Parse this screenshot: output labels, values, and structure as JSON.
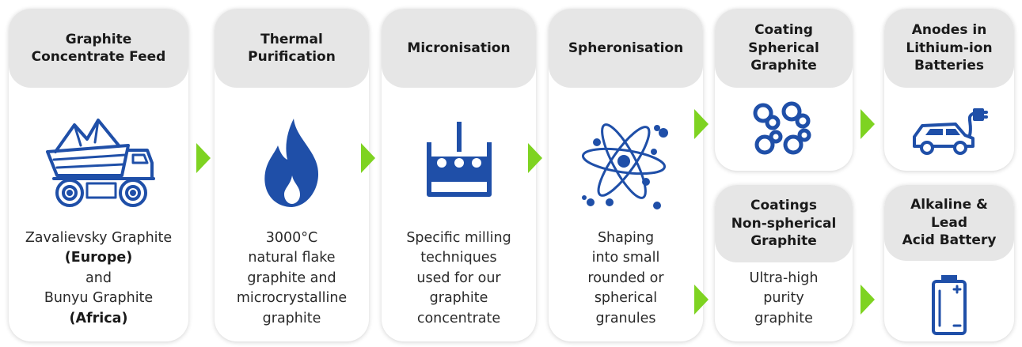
{
  "colors": {
    "icon_blue": "#1f4fa8",
    "arrow_green": "#7ed321",
    "header_grey": "#e6e6e6"
  },
  "steps": [
    {
      "title_lines": [
        "Graphite",
        "Concentrate Feed"
      ],
      "icon": "mining-dump-truck-icon",
      "desc": {
        "l1": "Zavalievsky Graphite",
        "l2": "(Europe)",
        "l3": "and",
        "l4": "Bunyu Graphite",
        "l5": "(Africa)"
      }
    },
    {
      "title_lines": [
        "Thermal",
        "Purification"
      ],
      "icon": "flame-icon",
      "desc_lines": [
        "3000°C",
        "natural flake",
        "graphite and",
        "microcrystalline",
        "graphite"
      ]
    },
    {
      "title_lines": [
        "Micronisation"
      ],
      "icon": "milling-tank-icon",
      "desc_lines": [
        "Specific milling",
        "techniques",
        "used for our",
        "graphite",
        "concentrate"
      ]
    },
    {
      "title_lines": [
        "Spheronisation"
      ],
      "icon": "atom-particles-icon",
      "desc_lines": [
        "Shaping",
        "into small",
        "rounded or",
        "spherical",
        "granules"
      ]
    }
  ],
  "coating_spherical": {
    "title_lines": [
      "Coating",
      "Spherical",
      "Graphite"
    ],
    "icon": "spheres-cluster-icon"
  },
  "coating_nonspherical": {
    "title_lines": [
      "Coatings",
      "Non-spherical",
      "Graphite"
    ],
    "desc_lines": [
      "Ultra-high",
      "purity",
      "graphite"
    ]
  },
  "anodes": {
    "title_lines": [
      "Anodes in",
      "Lithium-ion",
      "Batteries"
    ],
    "icon": "electric-car-icon"
  },
  "alkaline": {
    "title_lines": [
      "Alkaline & Lead",
      "Acid Battery"
    ],
    "icon": "battery-icon"
  }
}
